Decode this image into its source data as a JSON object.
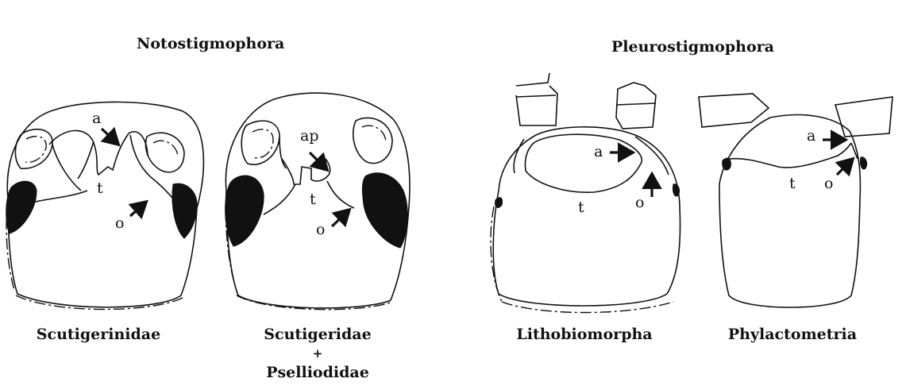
{
  "groups": {
    "notostigmophora": "Notostigmophora",
    "pleurostigmophora": "Pleurostigmophora"
  },
  "taxa": {
    "scutigerinidae": "Scutigerinidae",
    "scutigeridae": "Scutigeridae",
    "plus": "+",
    "pselliodidae": "Pselliodidae",
    "lithobiomorpha": "Lithobiomorpha",
    "phylactometria": "Phylactometria"
  },
  "labels": {
    "a": "a",
    "ap": "ap",
    "t": "t",
    "o": "o"
  }
}
